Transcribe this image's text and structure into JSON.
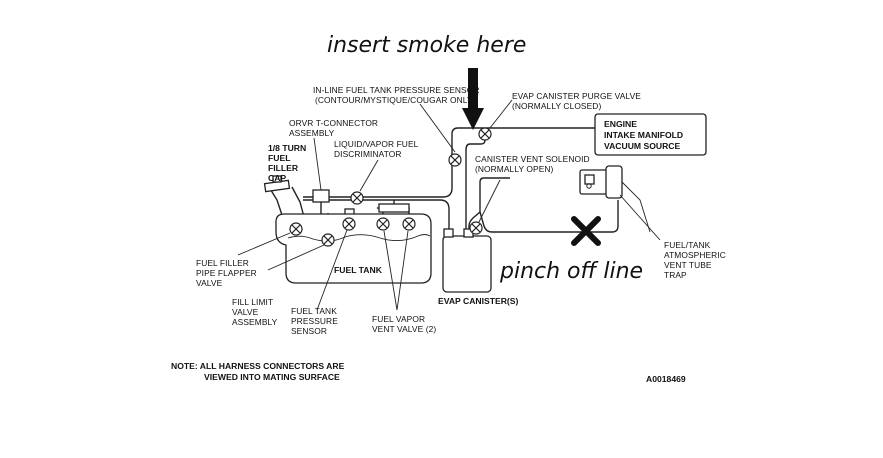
{
  "annotations": {
    "smoke": "insert smoke here",
    "pinch": "pinch off line"
  },
  "labels": {
    "inline_sensor_1": "IN-LINE FUEL TANK PRESSURE SENSOR",
    "inline_sensor_2": "(CONTOUR/MYSTIQUE/COUGAR ONLY)",
    "purge_1": "EVAP CANISTER PURGE VALVE",
    "purge_2": "(NORMALLY CLOSED)",
    "engine_1": "ENGINE",
    "engine_2": "INTAKE MANIFOLD",
    "engine_3": "VACUUM SOURCE",
    "orvr_1": "ORVR T-CONNECTOR",
    "orvr_2": "ASSEMBLY",
    "liquid_1": "LIQUID/VAPOR FUEL",
    "liquid_2": "DISCRIMINATOR",
    "cap_1": "1/8 TURN",
    "cap_2": "FUEL",
    "cap_3": "FILLER",
    "cap_4": "CAP",
    "vent_sol_1": "CANISTER VENT SOLENOID",
    "vent_sol_2": "(NORMALLY OPEN)",
    "fuel_tank": "FUEL TANK",
    "filler_1": "FUEL FILLER",
    "filler_2": "PIPE FLAPPER",
    "filler_3": "VALVE",
    "fill_limit_1": "FILL LIMIT",
    "fill_limit_2": "VALVE",
    "fill_limit_3": "ASSEMBLY",
    "tank_sensor_1": "FUEL TANK",
    "tank_sensor_2": "PRESSURE",
    "tank_sensor_3": "SENSOR",
    "vapor_vent_1": "FUEL VAPOR",
    "vapor_vent_2": "VENT VALVE (2)",
    "canister": "EVAP CANISTER(S)",
    "trap_1": "FUEL/TANK",
    "trap_2": "ATMOSPHERIC",
    "trap_3": "VENT TUBE",
    "trap_4": "TRAP",
    "note_1": "NOTE:  ALL HARNESS CONNECTORS ARE",
    "note_2": "VIEWED INTO MATING SURFACE",
    "figure_id": "A0018469"
  }
}
